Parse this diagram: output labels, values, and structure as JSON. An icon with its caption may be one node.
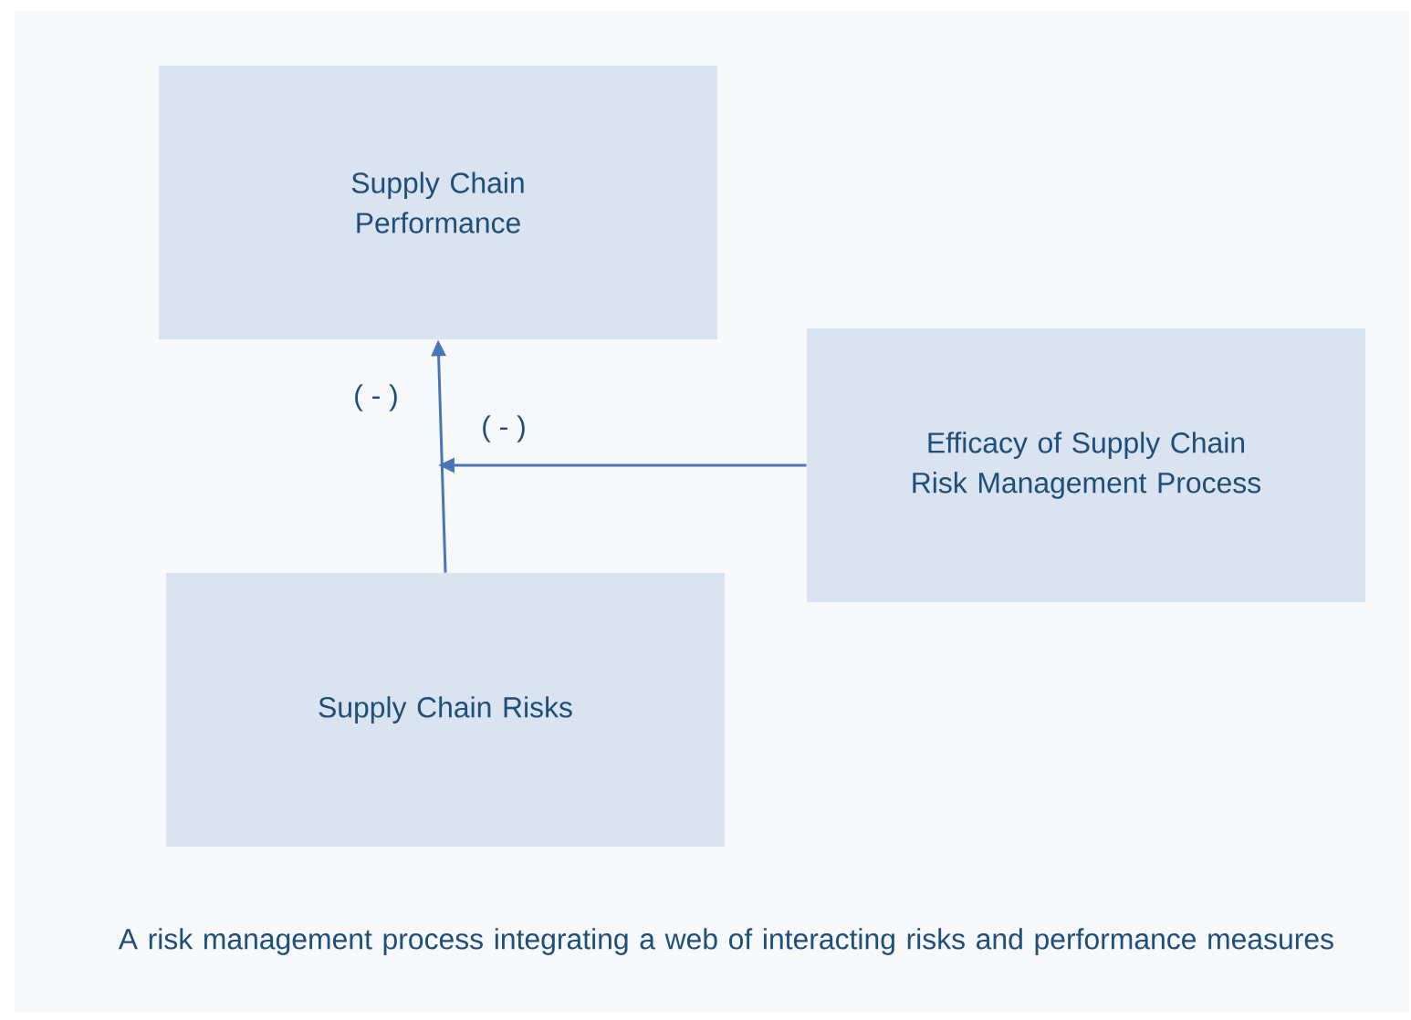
{
  "diagram": {
    "caption": "A risk management process integrating a web of interacting risks and performance measures",
    "nodes": [
      {
        "text": [
          "Supply Chain Performance"
        ]
      },
      {
        "text": [
          "Supply Chain Risks"
        ]
      },
      {
        "text": [
          "Efficacy of Supply Chain Risk Management Process"
        ]
      }
    ],
    "edges": [
      {
        "from": 1,
        "to": 0,
        "arrow": "to",
        "label": "( - )"
      },
      {
        "from": 2,
        "to": null,
        "arrow": "to",
        "label": "( - )"
      }
    ]
  }
}
